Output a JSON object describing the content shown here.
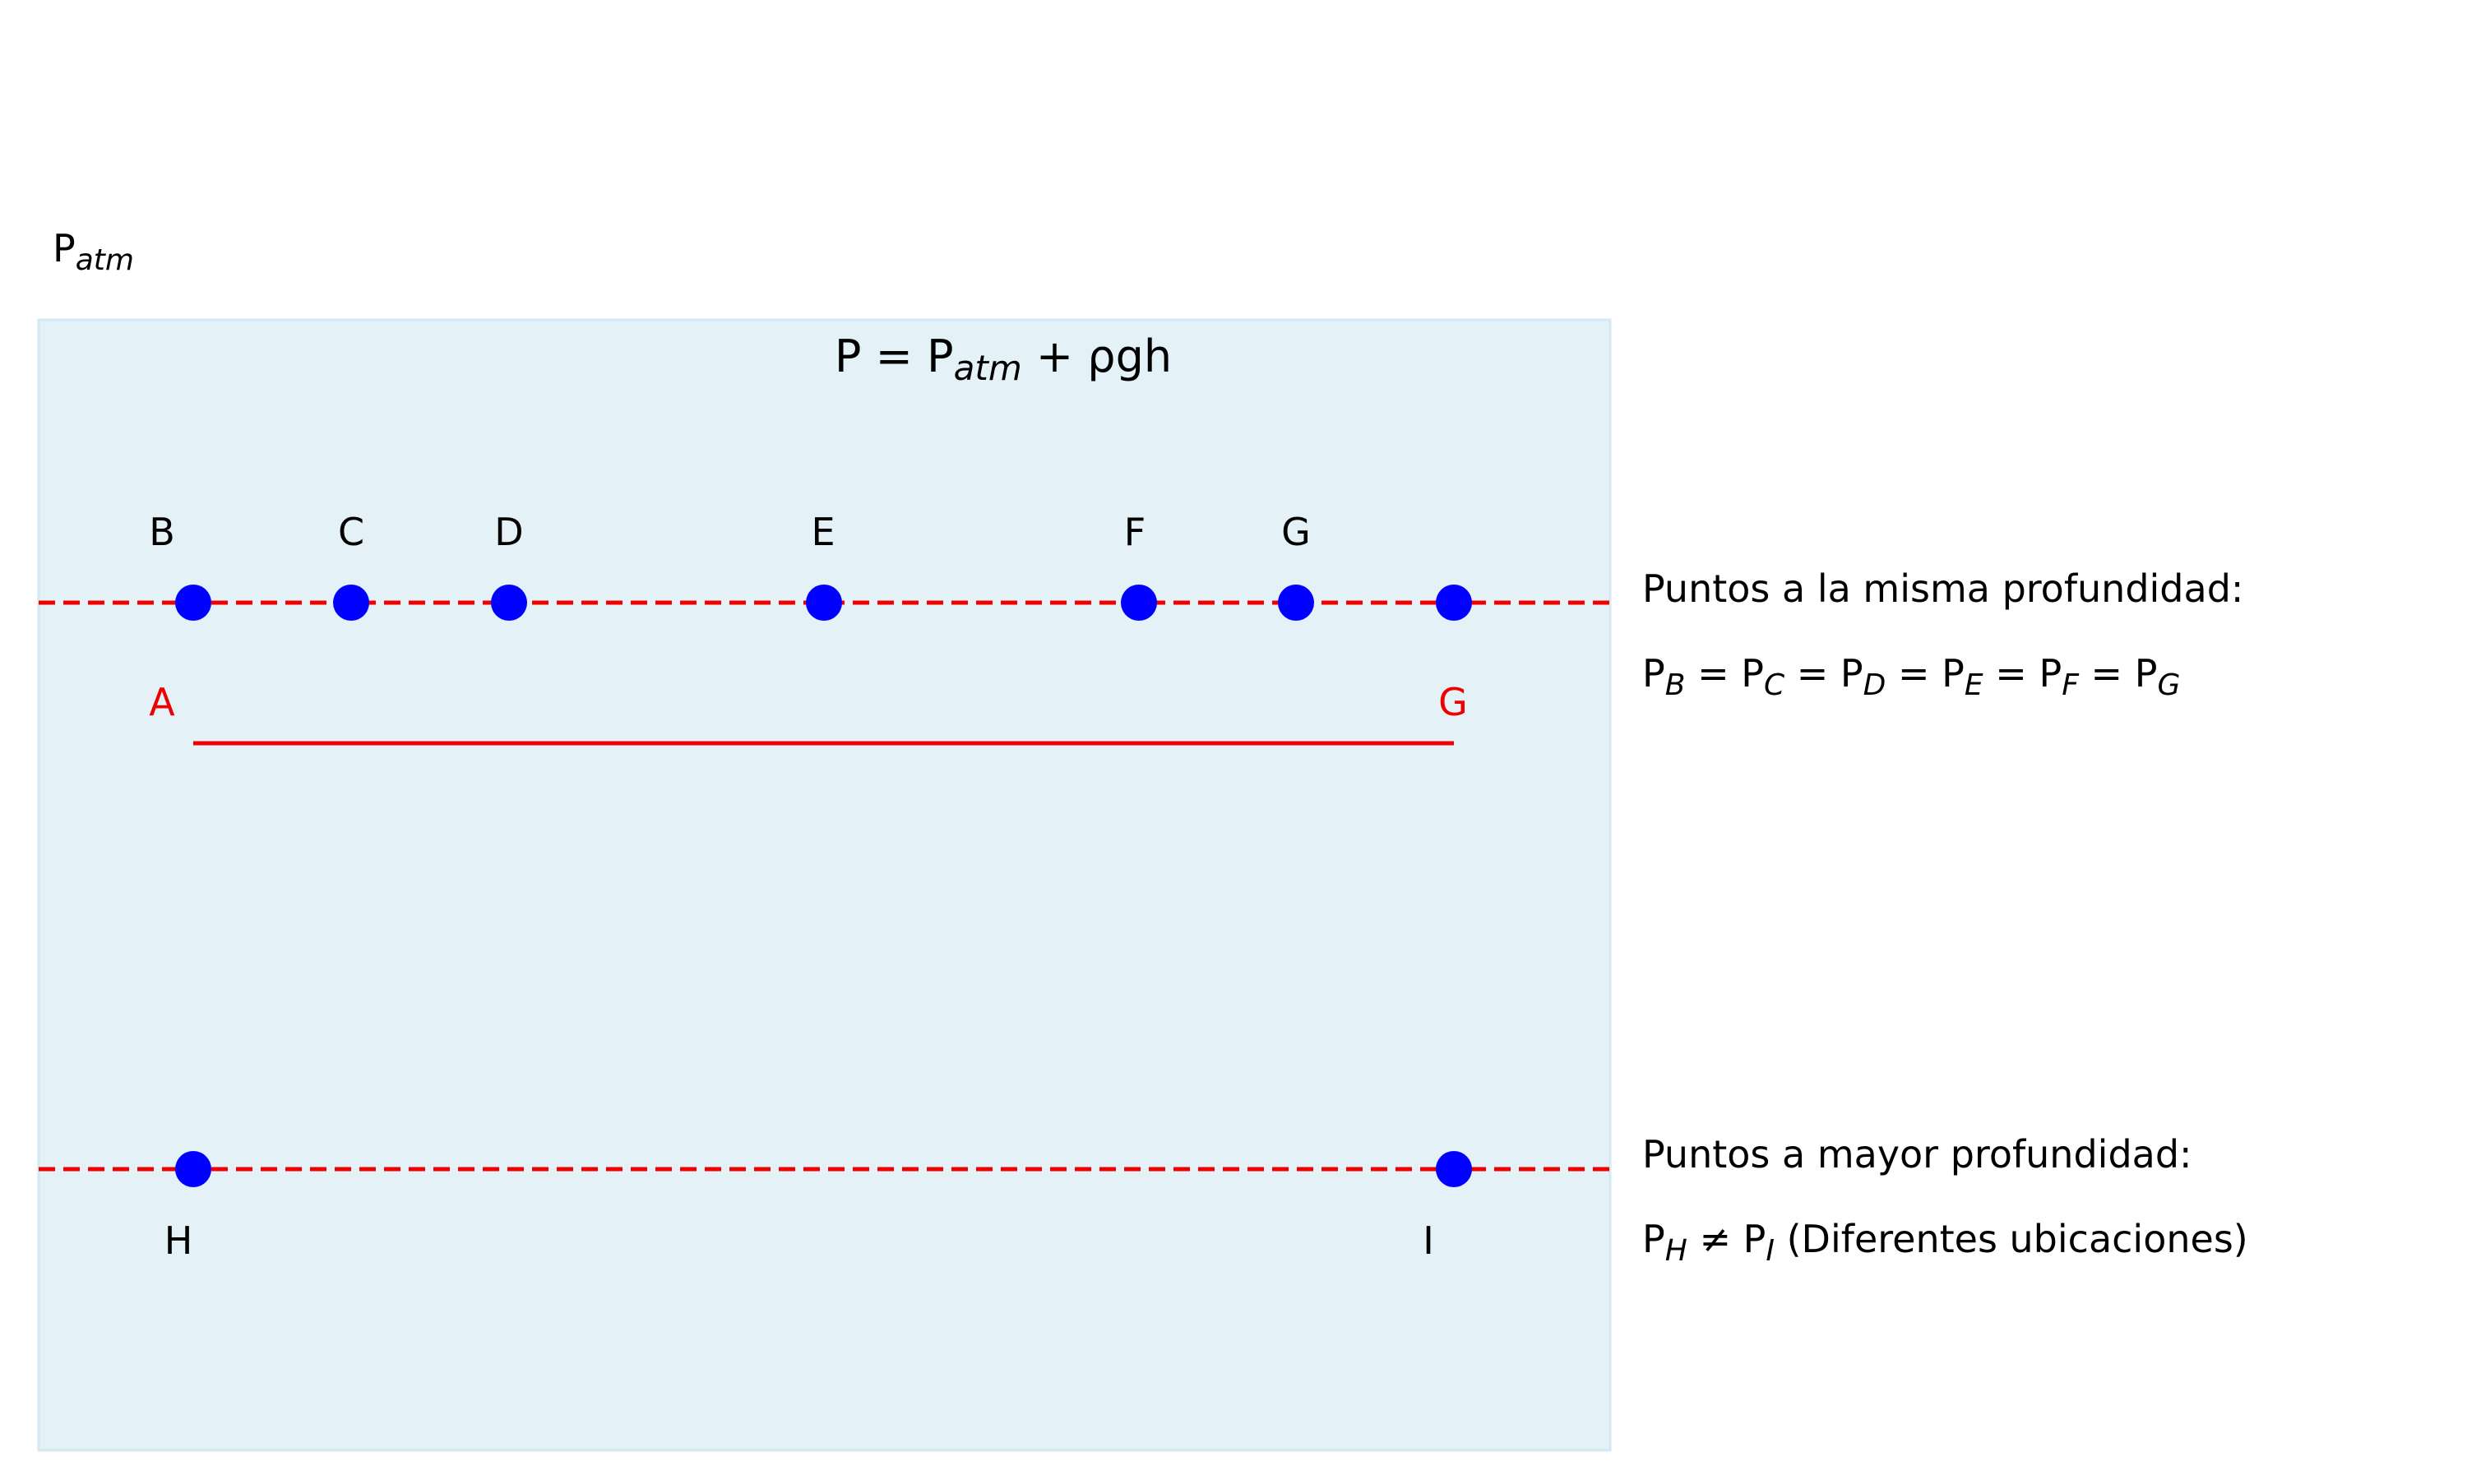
{
  "outside": {
    "patm_label": {
      "base": "P",
      "sub": "atm"
    }
  },
  "tank": {
    "fill_color": "#e4f2f7",
    "border_color": "#d2e8f2",
    "formula": [
      {
        "t": "P = P"
      },
      {
        "t": "atm",
        "sub": true
      },
      {
        "t": " + ρgh"
      }
    ]
  },
  "colors": {
    "point": "#0000ff",
    "line": "#ee0000",
    "text": "#000000"
  },
  "top_row": {
    "labels": [
      "B",
      "C",
      "D",
      "E",
      "F",
      "G"
    ],
    "segment_labels": {
      "start": "A",
      "end": "G"
    }
  },
  "bottom_row": {
    "labels": [
      "H",
      "I"
    ]
  },
  "notes": {
    "same_depth_title": "Puntos a la misma profundidad:",
    "same_depth_eq": [
      {
        "t": "P"
      },
      {
        "t": "B",
        "sub": true
      },
      {
        "t": " = P"
      },
      {
        "t": "C",
        "sub": true
      },
      {
        "t": " = P"
      },
      {
        "t": "D",
        "sub": true
      },
      {
        "t": " = P"
      },
      {
        "t": "E",
        "sub": true
      },
      {
        "t": " = P"
      },
      {
        "t": "F",
        "sub": true
      },
      {
        "t": " = P"
      },
      {
        "t": "G",
        "sub": true
      }
    ],
    "deeper_title": "Puntos a mayor profundidad:",
    "deeper_eq": [
      {
        "t": "P"
      },
      {
        "t": "H",
        "sub": true
      },
      {
        "t": " ≠ P"
      },
      {
        "t": "I",
        "sub": true
      },
      {
        "t": " (Diferentes ubicaciones)"
      }
    ]
  }
}
